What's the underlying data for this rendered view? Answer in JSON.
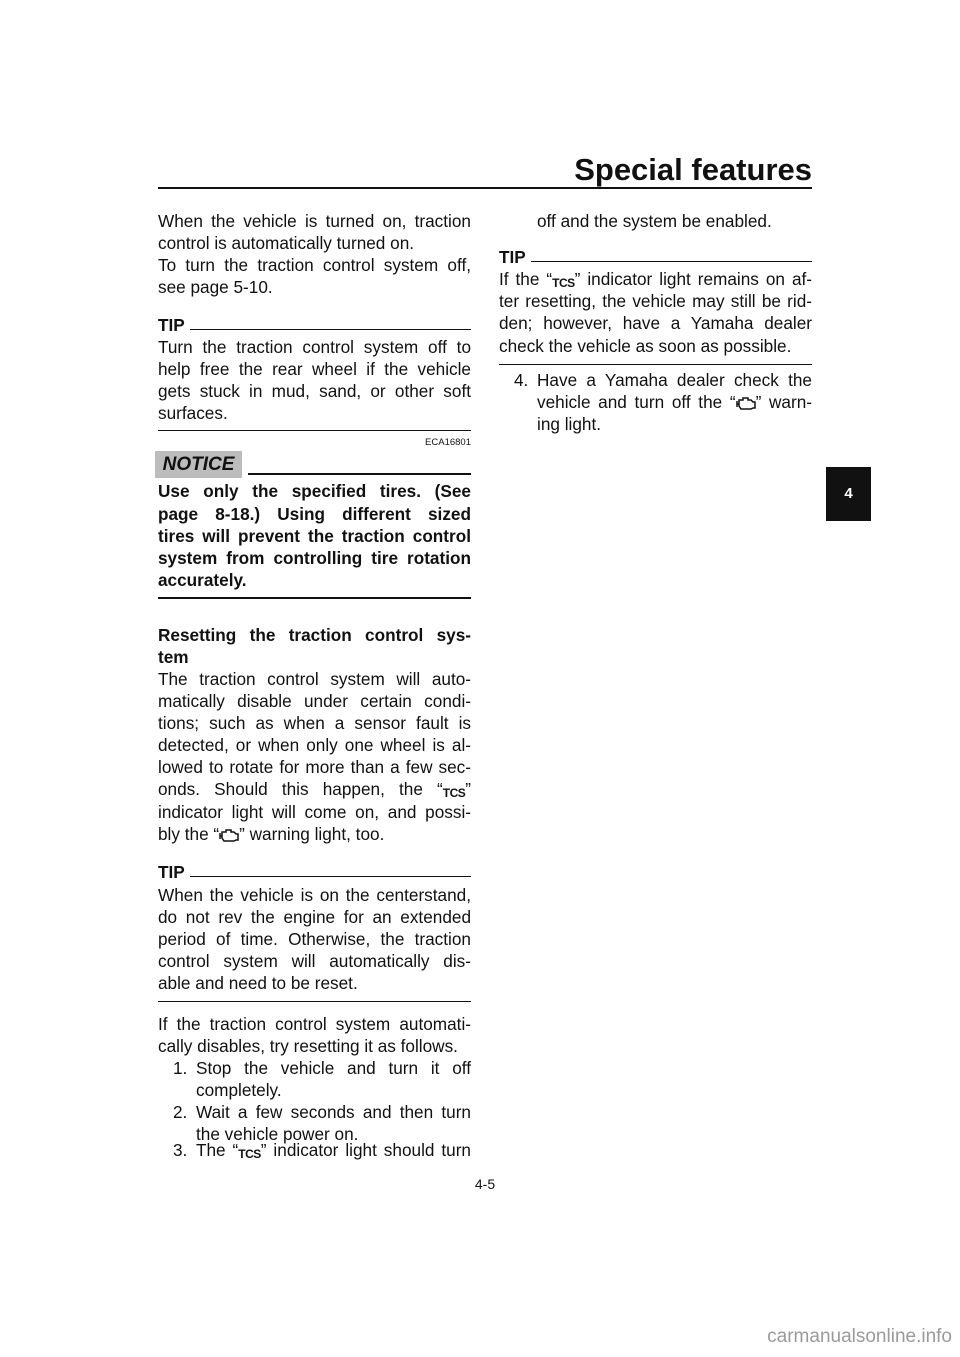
{
  "header": {
    "title": "Special features",
    "chapter_tab": "4",
    "page_number": "4-5"
  },
  "left": {
    "p1": [
      "When the vehicle is turned on, traction",
      "control is automatically turned on.",
      "To turn the traction control system off,",
      "see page 5-10."
    ],
    "tip1_label": "TIP",
    "tip1": [
      "Turn the traction control system off to",
      "help free the rear wheel if the vehicle",
      "gets stuck in mud, sand, or other soft",
      "surfaces."
    ],
    "code": "ECA16801",
    "notice_label": "NOTICE",
    "notice": [
      "Use only the specified tires. (See",
      "page 8-18.) Using different sized",
      "tires will prevent the traction control",
      "system from controlling tire rotation",
      "accurately."
    ],
    "heading": [
      "Resetting the traction control sys-",
      "tem"
    ],
    "p2": [
      "The traction control system will auto-",
      "matically disable under certain condi-",
      "tions; such as when a sensor fault is",
      "detected, or when only one wheel is al-",
      "lowed to rotate for more than a few sec-"
    ],
    "p2_l6a": "onds. Should this happen, the “",
    "p2_l6b": "”",
    "p2_l7": "indicator light will come on, and possi-",
    "p2_l8a": "bly the “",
    "p2_l8b": "” warning light, too.",
    "tip2_label": "TIP",
    "tip2": [
      "When the vehicle is on the centerstand,",
      "do not rev the engine for an extended",
      "period of time. Otherwise, the traction",
      "control system will automatically dis-",
      "able and need to be reset."
    ],
    "p3": [
      "If the traction control system automati-",
      "cally disables, try resetting it as follows."
    ],
    "steps": [
      {
        "num": "1.",
        "lines": [
          "Stop the vehicle and turn it off",
          "completely."
        ]
      },
      {
        "num": "2.",
        "lines": [
          "Wait a few seconds and then turn",
          "the vehicle power on."
        ]
      },
      {
        "num": "3.",
        "a": "The “",
        "b": "” indicator light should turn"
      }
    ]
  },
  "right": {
    "step3_cont": "off and the system be enabled.",
    "tip_label": "TIP",
    "tip_l1a": "If the “",
    "tip_l1b": "” indicator light remains on af-",
    "tip": [
      "ter resetting, the vehicle may still be rid-",
      "den; however, have a Yamaha dealer",
      "check the vehicle as soon as possible."
    ],
    "step4": {
      "num": "4.",
      "l1": "Have a Yamaha dealer check the",
      "l2a": "vehicle and turn off the “",
      "l2b": "” warn-",
      "l3": "ing light."
    }
  },
  "icons": {
    "tcs": "TCS"
  },
  "watermark": "carmanualsonline.info"
}
